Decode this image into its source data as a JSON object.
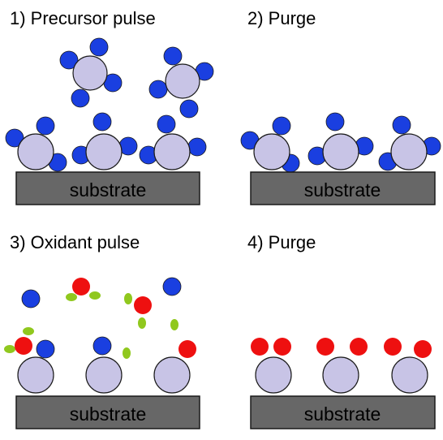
{
  "panels": [
    {
      "title": "1) Precursor pulse",
      "substrate_label": "substrate"
    },
    {
      "title": "2) Purge",
      "substrate_label": "substrate"
    },
    {
      "title": "3) Oxidant pulse",
      "substrate_label": "substrate"
    },
    {
      "title": "4) Purge",
      "substrate_label": "substrate"
    }
  ],
  "colors": {
    "metal_atom": "#c8c4e6",
    "ligand": "#1a3fe0",
    "oxygen": "#ee1010",
    "byproduct": "#90c81e",
    "substrate": "#676767",
    "outline": "#1a1a1a"
  }
}
